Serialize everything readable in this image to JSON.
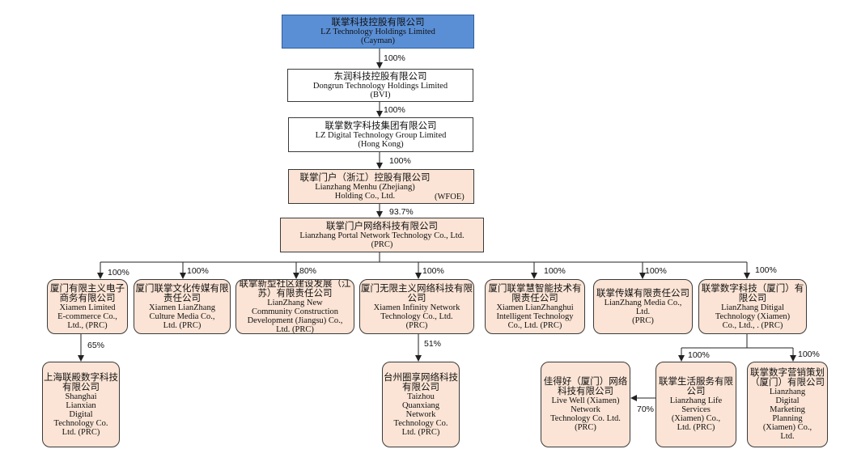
{
  "entities": {
    "lz_cayman": {
      "zh": "联掌科技控股有限公司",
      "en": [
        "LZ Technology Holdings Limited",
        "(Cayman)"
      ]
    },
    "dongrun": {
      "zh": "东润科技控股有限公司",
      "en": [
        "Dongrun Technology Holdings Limited",
        "(BVI)"
      ]
    },
    "lz_digital_hk": {
      "zh": "联掌数字科技集团有限公司",
      "en": [
        "LZ Digital Technology Group Limited",
        "(Hong Kong)"
      ]
    },
    "menhu_zj": {
      "zh": "联掌门户（浙江）控股有限公司",
      "en": [
        "Lianzhang Menhu (Zhejiang)",
        "Holding Co., Ltd."
      ],
      "tag": "(WFOE)"
    },
    "portal": {
      "zh": "联掌门户网络科技有限公司",
      "en": [
        "Lianzhang Portal Network Technology Co., Ltd.",
        "(PRC)"
      ]
    },
    "xm_limited": {
      "zh": "厦门有限主义电子商务有限公司",
      "en": [
        "Xiamen Limited",
        "E-commerce Co.,",
        "Ltd., (PRC)"
      ]
    },
    "xm_culture": {
      "zh": "厦门联掌文化传媒有限责任公司",
      "en": [
        "Xiamen LianZhang",
        "Culture Media Co.,",
        "Ltd. (PRC)"
      ]
    },
    "js_community": {
      "zh": "联掌新型社区建设发展（江苏）有限责任公司",
      "en": [
        "LianZhang New",
        "Community Construction",
        "Development (Jiangsu) Co.,",
        "Ltd. (PRC)"
      ]
    },
    "xm_infinity": {
      "zh": "厦门无限主义网络科技有限公司",
      "en": [
        "Xiamen Infinity Network",
        "Technology Co., Ltd.",
        "(PRC)"
      ]
    },
    "xm_intelligent": {
      "zh": "厦门联掌慧智能技术有限责任公司",
      "en": [
        "Xiamen LianZhanghui",
        "Intelligent Technology",
        "Co., Ltd. (PRC)"
      ]
    },
    "media": {
      "zh": "联掌传媒有限责任公司",
      "en": [
        "LianZhang Media Co.,",
        "Ltd.",
        "(PRC)"
      ]
    },
    "digital_xm": {
      "zh": "联掌数字科技（厦门）有限公司",
      "en": [
        "LianZhang Ditigal",
        "Technology (Xiamen)",
        "Co., Ltd., . (PRC)"
      ]
    },
    "sh_lianxian": {
      "zh": "上海联殿数字科技有限公司",
      "en": [
        "Shanghai",
        "Lianxian",
        "Digital",
        "Technology Co.",
        "Ltd. (PRC)"
      ]
    },
    "tz_quanxiang": {
      "zh": "台州圈享网络科技有限公司",
      "en": [
        "Taizhou",
        "Quanxiang",
        "Network",
        "Technology Co.",
        "Ltd. (PRC)"
      ]
    },
    "live_well": {
      "zh": "佳得好（厦门）网络科技有限公司",
      "en": [
        "Live Well (Xiamen)",
        "Network",
        "Technology Co. Ltd.",
        "(PRC)"
      ]
    },
    "life_services": {
      "zh": "联掌生活服务有限公司",
      "en": [
        "Lianzhang Life",
        "Services",
        "(Xiamen) Co.,",
        "Ltd. (PRC)"
      ]
    },
    "marketing": {
      "zh": "联掌数字营销策划（厦门）有限公司",
      "en": [
        "Lianzhang",
        "Digital",
        "Marketing",
        "Planning",
        "(Xiamen) Co.,",
        "Ltd."
      ]
    }
  },
  "ownership": {
    "cayman_to_dongrun": "100%",
    "dongrun_to_hk": "100%",
    "hk_to_menhu": "100%",
    "menhu_to_portal": "93.7%",
    "portal_to_xm_limited": "100%",
    "portal_to_xm_culture": "100%",
    "portal_to_js_community": "80%",
    "portal_to_xm_infinity": "100%",
    "portal_to_xm_intelligent": "100%",
    "portal_to_media": "100%",
    "portal_to_digital_xm": "100%",
    "xm_limited_to_sh_lianxian": "65%",
    "xm_infinity_to_tz_quanxiang": "51%",
    "digital_xm_to_life_services": "100%",
    "digital_xm_to_marketing": "100%",
    "life_services_to_live_well": "70%"
  },
  "colors": {
    "top_fill": "#5a8fd6",
    "peach_fill": "#fbe4d5",
    "white_fill": "#ffffff",
    "line": "#222222"
  }
}
